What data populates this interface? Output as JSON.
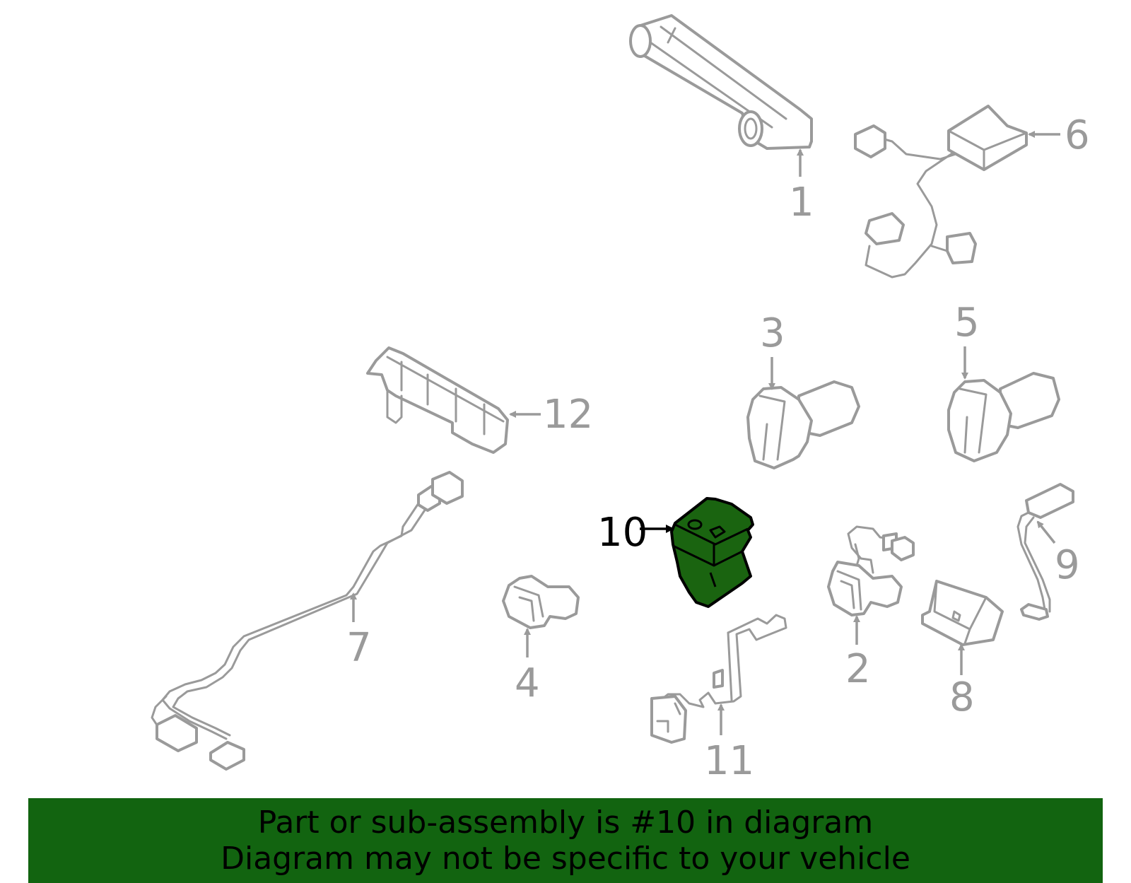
{
  "callouts": {
    "c1": "1",
    "c2": "2",
    "c3": "3",
    "c4": "4",
    "c5": "5",
    "c6": "6",
    "c7": "7",
    "c8": "8",
    "c9": "9",
    "c10": "10",
    "c11": "11",
    "c12": "12"
  },
  "highlighted_part": "10",
  "colors": {
    "highlight_fill": "#1a6410",
    "banner_fill": "#126410",
    "part_stroke": "#9a9a9a"
  },
  "banner": {
    "line1": "Part or sub-assembly is #10 in diagram",
    "line2": "Diagram may not be specific to your vehicle"
  }
}
